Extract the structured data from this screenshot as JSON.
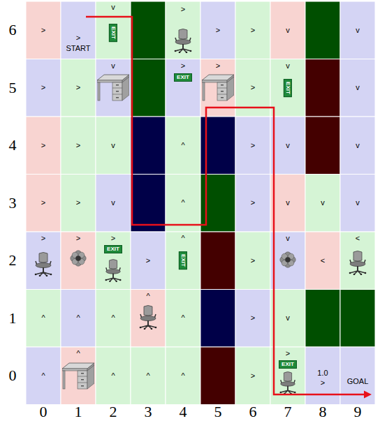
{
  "diagram": {
    "labels": [
      ">",
      ">",
      "START",
      "v",
      ">",
      ">",
      ">",
      "v",
      "v",
      ">",
      ">",
      "v",
      ">",
      ">",
      ">",
      "v",
      "v",
      ">",
      ">",
      "v",
      "^",
      ">",
      "v",
      "v",
      ">",
      ">",
      "v",
      "^",
      ">",
      "v",
      "v",
      "v",
      ">",
      ">",
      ">",
      ">",
      "^",
      ">",
      "v",
      "<",
      "<",
      "^",
      "^",
      "^",
      "^",
      "^",
      ">",
      "v",
      "^",
      "^",
      "^",
      "^",
      "^",
      ">",
      ">",
      "1.0",
      ">",
      "GOAL",
      "EXIT",
      "EXIT",
      "EXIT",
      "EXIT",
      "EXIT",
      "EXIT",
      "6",
      "5",
      "4",
      "3",
      "2",
      "1",
      "0",
      "0",
      "1",
      "2",
      "3",
      "4",
      "5",
      "6",
      "7",
      "8",
      "9"
    ]
  }
}
